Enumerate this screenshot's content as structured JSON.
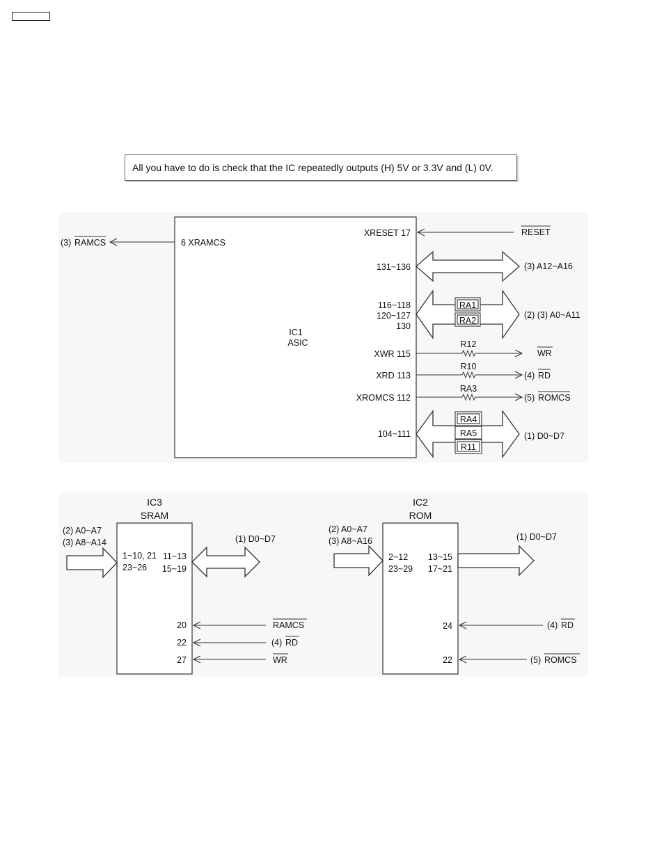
{
  "note": "All you have to do is check that the IC repeatedly outputs (H) 5V or 3.3V and (L) 0V.",
  "ic1": {
    "name": "IC1",
    "type": "ASIC",
    "pin_xramcs": "6  XRAMCS",
    "ext_ramcs_prefix": "(3)",
    "ext_ramcs": "RAMCS",
    "pin_xreset": "XRESET  17",
    "ext_reset": "RESET",
    "pins_a12": "131~136",
    "ext_a12": "(3) A12~A16",
    "pins_a0_1": "116~118",
    "pins_a0_2": "120~127",
    "pins_a0_3": "130",
    "res_ra1": "RA1",
    "res_ra2": "RA2",
    "ext_a0": "(2) (3) A0~A11",
    "pin_xwr": "XWR 115",
    "res_r12": "R12",
    "ext_wr": "WR",
    "pin_xrd": "XRD 113",
    "res_r10": "R10",
    "ext_rd_prefix": "(4)",
    "ext_rd": "RD",
    "pin_xromcs": "XROMCS 112",
    "res_ra3": "RA3",
    "ext_romcs_prefix": "(5)",
    "ext_romcs": "ROMCS",
    "pins_d": "104~111",
    "res_ra4": "RA4",
    "res_ra5": "RA5",
    "res_r11": "R11",
    "ext_d": "(1) D0~D7"
  },
  "ic3": {
    "name": "IC3",
    "type": "SRAM",
    "in_label_1": "(2) A0~A7",
    "in_label_2": "(3) A8~A14",
    "pins_a_1": "1~10, 21",
    "pins_a_2": "23~26",
    "pins_d_1": "11~13",
    "pins_d_2": "15~19",
    "ext_d": "(1) D0~D7",
    "pin_20": "20",
    "sig_20": "RAMCS",
    "pin_22": "22",
    "sig_22_prefix": "(4)",
    "sig_22": "RD",
    "pin_27": "27",
    "sig_27": "WR"
  },
  "ic2": {
    "name": "IC2",
    "type": "ROM",
    "in_label_1": "(2) A0~A7",
    "in_label_2": "(3) A8~A16",
    "pins_a_1": "2~12",
    "pins_a_2": "23~29",
    "pins_d_1": "13~15",
    "pins_d_2": "17~21",
    "ext_d": "(1) D0~D7",
    "pin_24": "24",
    "sig_24_prefix": "(4)",
    "sig_24": "RD",
    "pin_22": "22",
    "sig_22_prefix": "(5)",
    "sig_22": "ROMCS"
  }
}
